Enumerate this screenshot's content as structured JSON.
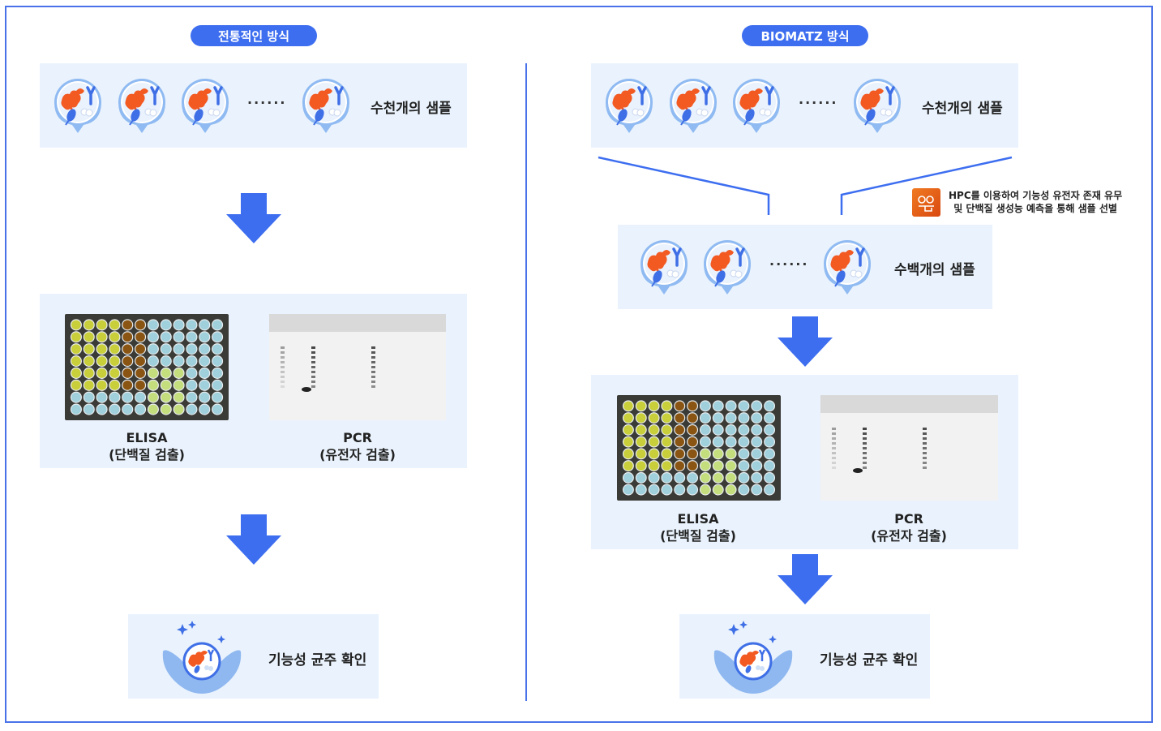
{
  "left": {
    "title": "전통적인 방식",
    "samples_label": "수천개의 샘플",
    "dots": "······",
    "elisa_title": "ELISA",
    "elisa_sub": "(단백질 검출)",
    "pcr_title": "PCR",
    "pcr_sub": "(유전자 검출)",
    "result_label": "기능성 균주 확인"
  },
  "right": {
    "title": "BIOMATZ 방식",
    "samples_label": "수천개의 샘플",
    "dots": "······",
    "hpc_line1": "HPC를 이용하여 기능성 유전자 존재 유무",
    "hpc_line2": "및 단백질 생성능 예측을 통해 샘플 선별",
    "filtered_label": "수백개의 샘플",
    "filtered_dots": "······",
    "elisa_title": "ELISA",
    "elisa_sub": "(단백질 검출)",
    "pcr_title": "PCR",
    "pcr_sub": "(유전자 검출)",
    "result_label": "기능성 균주 확인"
  },
  "colors": {
    "accent": "#3d6ef0",
    "frame": "#4a72e8",
    "panel": "#eaf3fd",
    "bacteria_orange": "#f25a22",
    "antibody_blue": "#3f6fe6"
  },
  "icons": [
    "sample-bubble-icon",
    "down-arrow-icon",
    "sparkle-hand-icon",
    "hpc-server-icon"
  ]
}
